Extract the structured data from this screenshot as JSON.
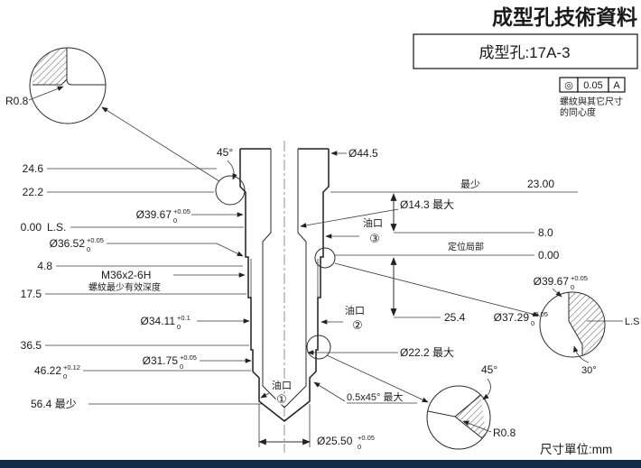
{
  "title": "成型孔技術資料",
  "part_box": {
    "label": "成型孔:17A-3"
  },
  "gdt": {
    "symbol": "◎",
    "tolerance": "0.05",
    "datum": "A",
    "note1": "螺紋與其它尺寸",
    "note2": "的同心度"
  },
  "unit_label": "尺寸單位:mm",
  "details": {
    "r08_top": "R0.8",
    "r08_bottom": "R0.8",
    "angle45_main": "45°",
    "angle45_bottom": "45°",
    "angle30": "30°",
    "ls_right": "L.S"
  },
  "dims": {
    "d44_5": "Ø44.5",
    "depth_24_6": "24.6",
    "depth_22_2": "22.2",
    "datum_zero": "0.00",
    "datum_ls": "L.S.",
    "d39_67": {
      "v": "Ø39.67",
      "up": "+0.05",
      "dn": "0"
    },
    "d36_52": {
      "v": "Ø36.52",
      "up": "+0.05",
      "dn": "0"
    },
    "depth_4_8": "4.8",
    "thread_spec": "M36x2-6H",
    "thread_note": "螺紋最少有效深度",
    "depth_17_5": "17.5",
    "d34_11": {
      "v": "Ø34.11",
      "up": "+0.1",
      "dn": "0"
    },
    "depth_36_5": "36.5",
    "d31_75": {
      "v": "Ø31.75",
      "up": "+0.05",
      "dn": "0"
    },
    "depth_46_22": {
      "v": "46.22",
      "up": "+0.12",
      "dn": "0"
    },
    "depth_56_4": "56.4 最少",
    "min_label": "最少",
    "min_23": "23.00",
    "d14_3": "Ø14.3 最大",
    "oil_port": "油口",
    "port_1": "①",
    "port_2": "②",
    "port_3": "③",
    "dist_8_0": "8.0",
    "local_datum_label": "定位局部",
    "local_datum_zero": "0.00",
    "d39_67_r": {
      "v": "Ø39.67",
      "up": "+0.05",
      "dn": "0"
    },
    "d37_29": {
      "v": "Ø37.29",
      "up": "+0.05",
      "dn": "0"
    },
    "dist_25_4": "25.4",
    "d22_2": "Ø22.2 最大",
    "tip_chamfer": "0.5x45° 最大",
    "d25_50": {
      "v": "Ø25.50",
      "up": "+0.05",
      "dn": "0"
    }
  }
}
